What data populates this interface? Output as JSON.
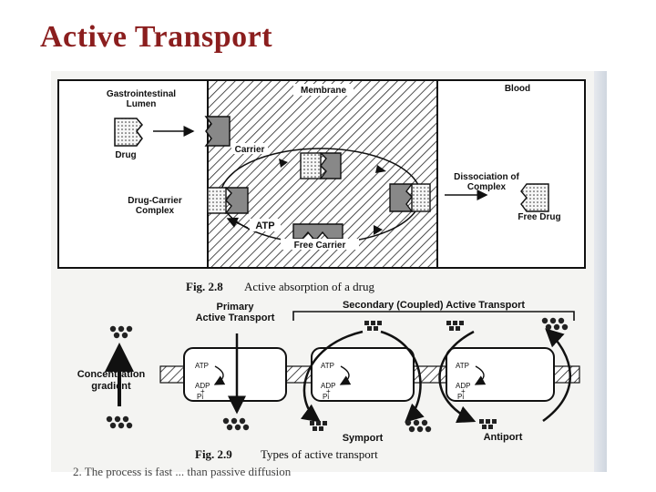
{
  "slide": {
    "title": "Active Transport"
  },
  "fig28": {
    "regions": {
      "lumen_line1": "Gastrointestinal",
      "lumen_line2": "Lumen",
      "membrane": "Membrane",
      "blood": "Blood"
    },
    "labels": {
      "drug": "Drug",
      "carrier": "Carrier",
      "complex_line1": "Drug-Carrier",
      "complex_line2": "Complex",
      "atp": "ATP",
      "free_carrier": "Free Carrier",
      "dissociation_line1": "Dissociation of",
      "dissociation_line2": "Complex",
      "free_drug": "Free Drug"
    },
    "caption": {
      "number": "Fig. 2.8",
      "text": "Active absorption of a drug"
    }
  },
  "fig29": {
    "primary_line1": "Primary",
    "primary_line2": "Active Transport",
    "secondary": "Secondary (Coupled) Active Transport",
    "gradient_line1": "Concentration",
    "gradient_line2": "gradient",
    "pumps": [
      {
        "atp": "ATP",
        "adp": "ADP",
        "plus": "+",
        "pi": "Pi"
      },
      {
        "atp": "ATP",
        "adp": "ADP",
        "plus": "+",
        "pi": "Pi"
      },
      {
        "atp": "ATP",
        "adp": "ADP",
        "plus": "+",
        "pi": "Pi"
      }
    ],
    "symport": "Symport",
    "antiport": "Antiport",
    "caption": {
      "number": "Fig. 2.9",
      "text": "Types of active transport"
    }
  },
  "footer_fragment": "2.   The process is fast ... than passive diffusion"
}
